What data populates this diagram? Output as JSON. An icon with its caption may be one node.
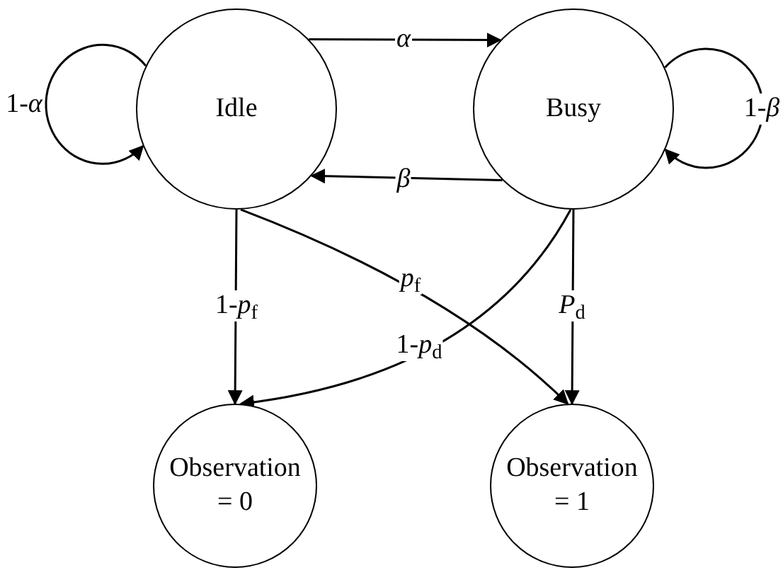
{
  "diagram": {
    "nodes": [
      {
        "text": [
          "Idle"
        ]
      },
      {
        "text": [
          "Busy"
        ]
      },
      {
        "text": [
          "Observation = 0"
        ]
      },
      {
        "text": [
          "Observation = 1"
        ]
      }
    ],
    "edges": [
      {
        "from": 0,
        "to": 0,
        "arrow": "to",
        "label": "1-*α*"
      },
      {
        "from": 1,
        "to": 1,
        "arrow": "to",
        "label": "1-*β*"
      },
      {
        "from": 0,
        "to": 1,
        "arrow": "to",
        "label": "*α*"
      },
      {
        "from": 1,
        "to": 0,
        "arrow": "to",
        "label": "*β*"
      },
      {
        "from": 0,
        "to": 2,
        "arrow": "to",
        "label": "1-*p*$_{f}$"
      },
      {
        "from": 0,
        "to": 3,
        "arrow": "to",
        "label": "*p*$_{f}$"
      },
      {
        "from": 1,
        "to": 2,
        "arrow": "to",
        "label": "1-*p*$_{d}$"
      },
      {
        "from": 1,
        "to": 3,
        "arrow": "to",
        "label": "*P*$_{d}$"
      }
    ]
  }
}
